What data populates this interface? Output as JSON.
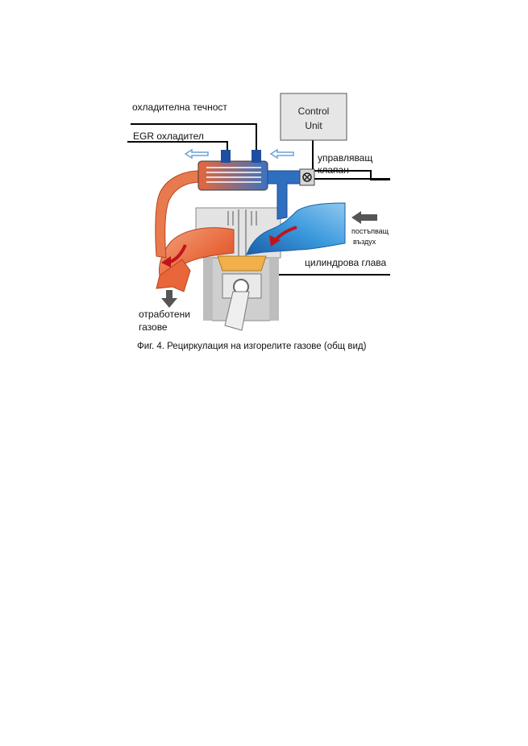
{
  "labels": {
    "coolant": "охладителна течност",
    "egr_cooler": "EGR охладител",
    "control_unit_line1": "Control",
    "control_unit_line2": "Unit",
    "control_valve_line1": "управляващ",
    "control_valve_line2": "клапан",
    "intake_air_line1": "постъпващ",
    "intake_air_line2": "въздух",
    "cylinder_head": "цилиндрова глава",
    "exhaust_line1": "отработени",
    "exhaust_line2": "газове"
  },
  "caption": "Фиг. 4. Рециркулация на изгорелите газове (общ вид)",
  "colors": {
    "hot_gas": "#e8663a",
    "hot_gas_light": "#f4a27a",
    "intake_air": "#2f8fd8",
    "intake_dark": "#1b5fa8",
    "coolant_blue": "#1f4fa0",
    "engine_grey": "#d9d9d9",
    "combustion": "#f2b04a",
    "control_box": "#e6e6e6"
  },
  "icons": [
    "flow-arrow-icon",
    "exhaust-arrow-icon",
    "intake-arrow-icon",
    "valve-icon"
  ]
}
